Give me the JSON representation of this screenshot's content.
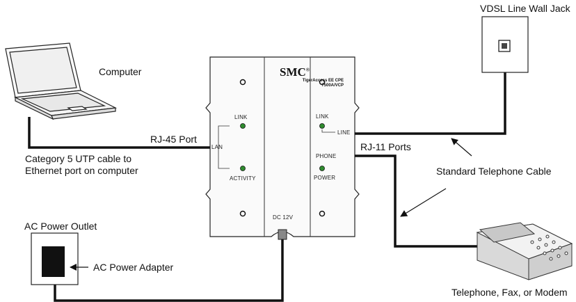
{
  "labels": {
    "wall_jack": "VDSL Line Wall Jack",
    "computer": "Computer",
    "rj45_port": "RJ-45 Port",
    "cat5_line1": "Category 5 UTP cable to",
    "cat5_line2": "Ethernet port on computer",
    "rj11_ports": "RJ-11 Ports",
    "telephone_cable": "Standard Telephone Cable",
    "ac_outlet": "AC Power Outlet",
    "ac_adapter": "AC Power Adapter",
    "telephone_device": "Telephone, Fax, or Modem"
  },
  "device": {
    "brand": "SMC",
    "brand_mark": "®",
    "model_line1": "TigerAccess EE CPE",
    "model_line2": "7500A/VCP",
    "link_left": "LINK",
    "lan": "LAN",
    "activity": "ACTIVITY",
    "link_right": "LINK",
    "line": "LINE",
    "phone": "PHONE",
    "power": "POWER",
    "dc": "DC 12V"
  },
  "colors": {
    "led": "#2e8b2e",
    "cable": "#111111"
  }
}
